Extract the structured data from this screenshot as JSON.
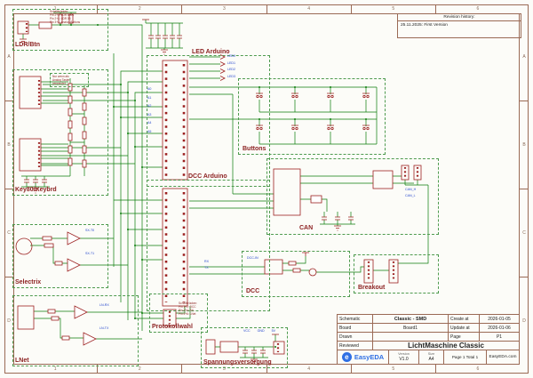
{
  "frame": {
    "columns": [
      "1",
      "2",
      "3",
      "4",
      "5",
      "6"
    ],
    "rows": [
      "A",
      "B",
      "C",
      "D"
    ]
  },
  "revision": {
    "header": "Revision history:",
    "entries": [
      "25.11.2025: First Version"
    ]
  },
  "modules": [
    {
      "label": "LDR/Btn"
    },
    {
      "label": "Key80/Keybrd"
    },
    {
      "label": "Selectrix"
    },
    {
      "label": "LNet"
    },
    {
      "label": "LED Arduino"
    },
    {
      "label": "Buttons"
    },
    {
      "label": "DCC Arduino"
    },
    {
      "label": "CAN"
    },
    {
      "label": "DCC"
    },
    {
      "label": "Breakout"
    },
    {
      "label": "Protokollwahl"
    },
    {
      "label": "Spannungsversorgung"
    }
  ],
  "notes": {
    "ldr": [
      "Schaltbrücken:",
      "Pin 2+3: LDR 5506",
      "Pin 2+4: LDR 03",
      "Pin 3+4: Analog Buttons"
    ],
    "analog": [
      "Nur wenn als",
      "Analog Taster",
      "verwendet"
    ],
    "protokoll": [
      "Schaltbrücken:",
      "Pin 1+2: DCC",
      "Pin 3+4: SX",
      "Pin 5+6: LNet"
    ]
  },
  "nets": {
    "arduino_left": [
      "A0",
      "A1",
      "A2",
      "A3",
      "A4",
      "A5"
    ],
    "led_out": [
      "LED0",
      "LED1",
      "LED2",
      "LED3"
    ],
    "selectrix": [
      "SX-T0",
      "SX-T1"
    ],
    "lnet": [
      "LN-RX",
      "LN-TX"
    ],
    "can": [
      "CAN_H",
      "CAN_L"
    ],
    "dcc": [
      "DCC-IN"
    ],
    "serial": [
      "RX",
      "TX"
    ],
    "power": [
      "VCC",
      "GND",
      "5V"
    ]
  },
  "title_block": {
    "rows": [
      {
        "label": "Schematic",
        "value": "Classic - SMD"
      },
      {
        "label": "Board",
        "value": "Board1"
      },
      {
        "label": "Drawn",
        "value": ""
      },
      {
        "label": "Reviewed",
        "value": ""
      }
    ],
    "meta": [
      {
        "label": "Create at",
        "value": "2026-01-05"
      },
      {
        "label": "Update at",
        "value": "2026-01-06"
      },
      {
        "label": "Page",
        "value": "P1"
      }
    ],
    "project_title": "LichtMaschine Classic",
    "brand": "EasyEDA",
    "brand_icon_glyph": "e",
    "version_label": "Version",
    "version_value": "V1.0",
    "size_label": "Size",
    "size_value": "A4",
    "page_info": "Page 1  Total 1",
    "website": "EasyEDA.com"
  }
}
